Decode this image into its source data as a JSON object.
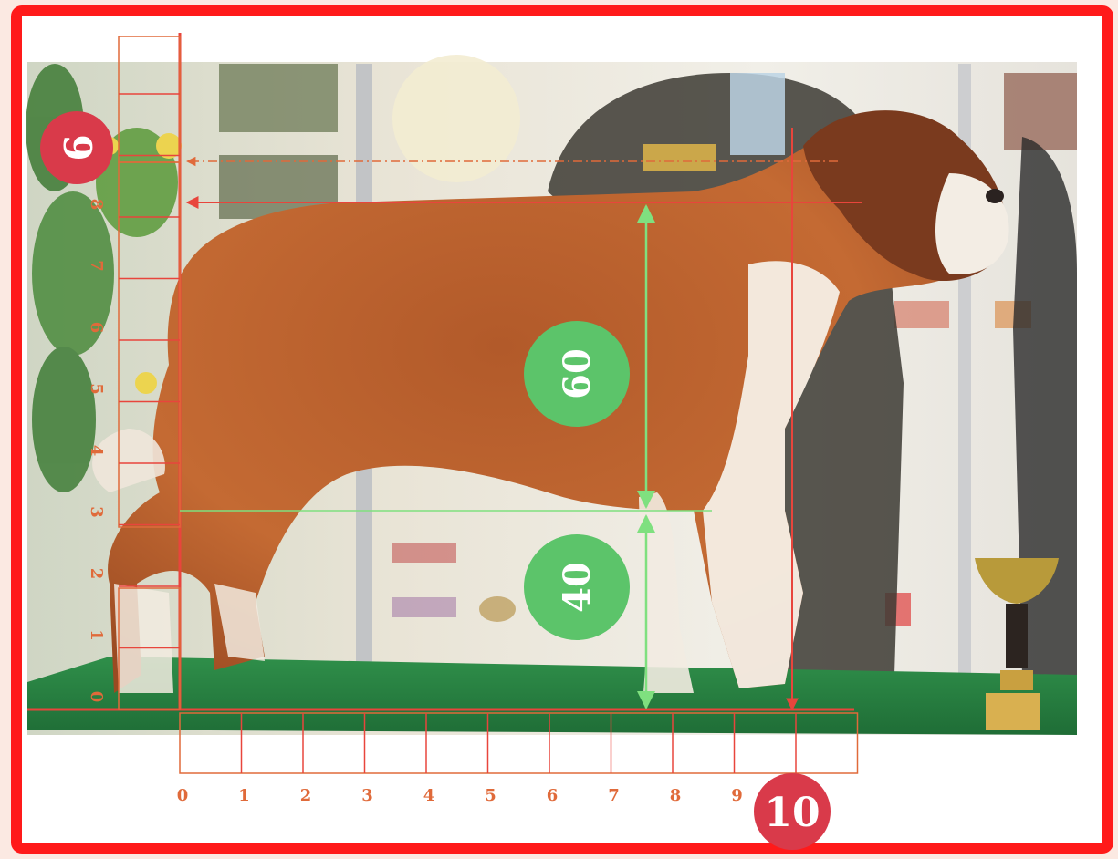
{
  "colors": {
    "frame": "#ff1a1a",
    "measure_red": "#e8453c",
    "measure_orange": "#e06a3a",
    "green_badge": "#5cc46a",
    "green_line": "#7fe07f",
    "red_badge": "#d93a4a",
    "badge_text": "#ffffff",
    "paper": "#ffffff"
  },
  "horizontal_scale": {
    "labels": [
      "0",
      "1",
      "2",
      "3",
      "4",
      "5",
      "6",
      "7",
      "8",
      "9"
    ],
    "badge": "10"
  },
  "vertical_scale": {
    "labels": [
      "0",
      "1",
      "2",
      "3",
      "4",
      "5",
      "6",
      "7",
      "8"
    ],
    "badge": "9"
  },
  "proportions": {
    "upper": "60",
    "lower": "40"
  },
  "photo": {
    "subject": "dog-photo",
    "trophy": "trophy-icon"
  }
}
